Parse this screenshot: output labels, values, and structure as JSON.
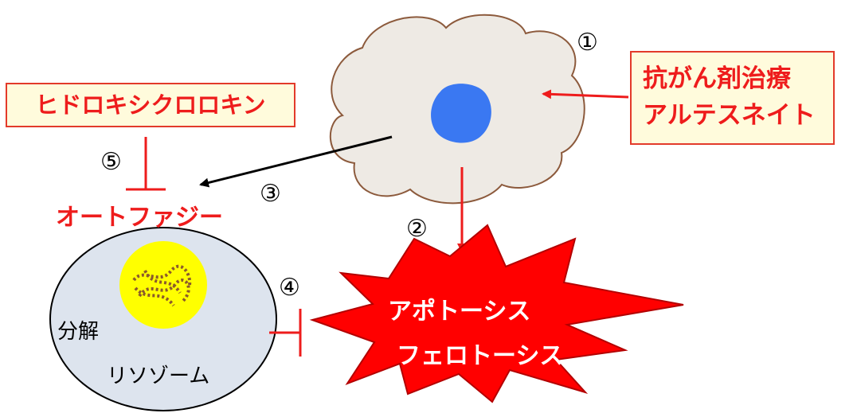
{
  "labels": {
    "hydroxychloroquine": "ヒドロキシクロロキン",
    "treatment_line1": "抗がん剤治療",
    "treatment_line2": "アルテスネイト",
    "autophagy": "オートファジー",
    "degradation": "分解",
    "lysosome": "リソゾーム",
    "apoptosis": "アポトーシス",
    "ferroptosis": "フェロトーシス"
  },
  "numbers": {
    "n1": "①",
    "n2": "②",
    "n3": "③",
    "n4": "④",
    "n5": "⑤"
  },
  "colors": {
    "red": "#ee1c1c",
    "box_border": "#e33a2a",
    "box_fill": "#fffbdc",
    "cell_fill": "#eeeae4",
    "cell_outline": "#8c5a3c",
    "nucleus": "#3a78f2",
    "lysosome_fill": "#dde4ee",
    "autophagosome": "#ffff00",
    "cargo_dots": "#8b5a2b",
    "burst_fill": "#ff0000",
    "arrow_black": "#000000"
  }
}
